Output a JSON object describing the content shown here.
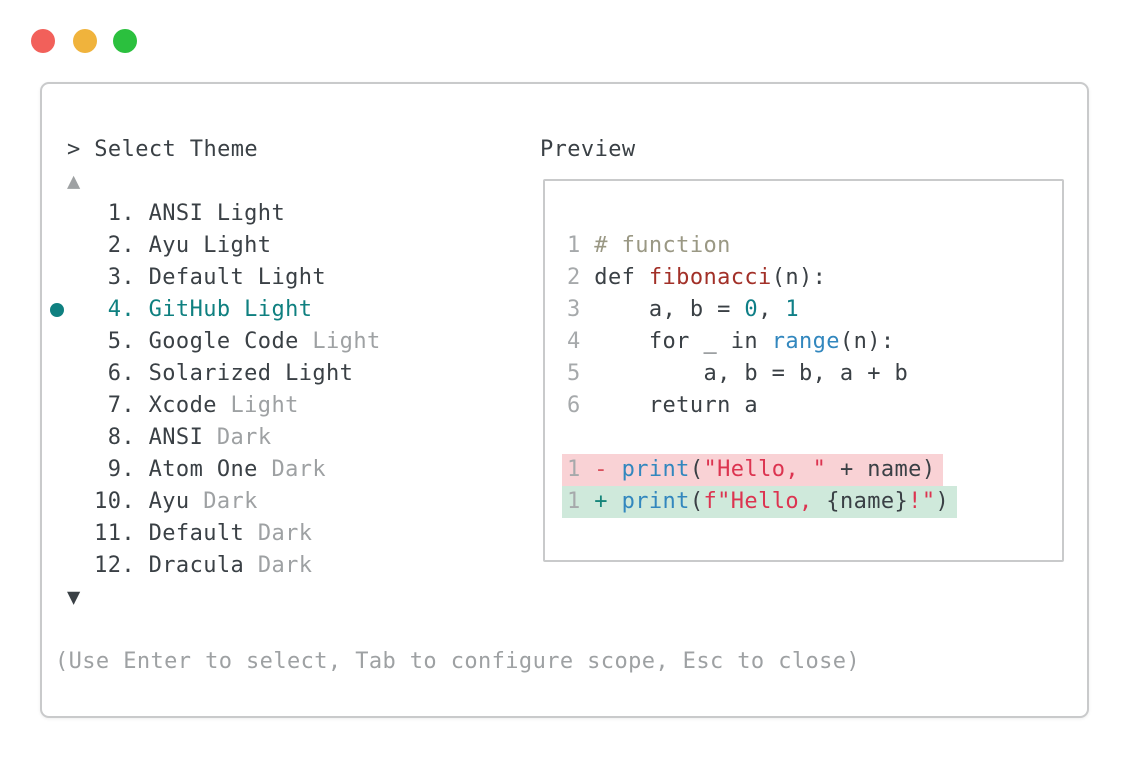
{
  "colors": {
    "text": "#3a4045",
    "muted": "#9ea1a3",
    "linenum": "#a6a9ab",
    "accent": "#0f8080",
    "comment": "#9a9884",
    "func": "#a23028",
    "num": "#0f7f87",
    "builtin": "#3287be",
    "string": "#dc3450",
    "plus": "#16857a",
    "minus": "#d94f5c",
    "removed_bg": "#f9d2d5",
    "added_bg": "#cfe9db",
    "border": "#c9cacb"
  },
  "window": {
    "controls": [
      {
        "name": "close",
        "color": "#f2605a"
      },
      {
        "name": "minimize",
        "color": "#f0b33c"
      },
      {
        "name": "zoom",
        "color": "#2bc03e"
      }
    ]
  },
  "theme_picker": {
    "prompt": "> Select Theme",
    "scroll_up": "▲",
    "scroll_down": "▼",
    "hint": "(Use Enter to select, Tab to configure scope, Esc to close)",
    "items": [
      {
        "num": "1.",
        "name": "ANSI Light",
        "muted": "",
        "selected": false
      },
      {
        "num": "2.",
        "name": "Ayu Light",
        "muted": "",
        "selected": false
      },
      {
        "num": "3.",
        "name": "Default Light",
        "muted": "",
        "selected": false
      },
      {
        "num": "4.",
        "name": "GitHub Light",
        "muted": "",
        "selected": true
      },
      {
        "num": "5.",
        "name": "Google Code",
        "muted": "Light",
        "selected": false
      },
      {
        "num": "6.",
        "name": "Solarized Light",
        "muted": "",
        "selected": false
      },
      {
        "num": "7.",
        "name": "Xcode",
        "muted": "Light",
        "selected": false
      },
      {
        "num": "8.",
        "name": "ANSI",
        "muted": "Dark",
        "selected": false
      },
      {
        "num": "9.",
        "name": "Atom One",
        "muted": "Dark",
        "selected": false
      },
      {
        "num": "10.",
        "name": "Ayu",
        "muted": "Dark",
        "selected": false
      },
      {
        "num": "11.",
        "name": "Default",
        "muted": "Dark",
        "selected": false
      },
      {
        "num": "12.",
        "name": "Dracula",
        "muted": "Dark",
        "selected": false
      }
    ]
  },
  "preview": {
    "title": "Preview",
    "code_lines": [
      {
        "num": "1",
        "tokens": [
          [
            "comment",
            "# function"
          ]
        ]
      },
      {
        "num": "2",
        "tokens": [
          [
            "plain",
            "def "
          ],
          [
            "func",
            "fibonacci"
          ],
          [
            "plain",
            "(n):"
          ]
        ]
      },
      {
        "num": "3",
        "tokens": [
          [
            "plain",
            "    a, b = "
          ],
          [
            "number",
            "0"
          ],
          [
            "plain",
            ", "
          ],
          [
            "number",
            "1"
          ]
        ]
      },
      {
        "num": "4",
        "tokens": [
          [
            "plain",
            "    for _ in "
          ],
          [
            "builtin",
            "range"
          ],
          [
            "plain",
            "(n):"
          ]
        ]
      },
      {
        "num": "5",
        "tokens": [
          [
            "plain",
            "        a, b = b, a + b"
          ]
        ]
      },
      {
        "num": "6",
        "tokens": [
          [
            "plain",
            "    return a"
          ]
        ]
      }
    ],
    "diff_lines": [
      {
        "num": "1",
        "sign": "-",
        "kind": "removed",
        "tokens": [
          [
            "builtin",
            "print"
          ],
          [
            "plain",
            "("
          ],
          [
            "string",
            "\"Hello, \""
          ],
          [
            "plain",
            " + name)"
          ]
        ]
      },
      {
        "num": "1",
        "sign": "+",
        "kind": "added",
        "tokens": [
          [
            "builtin",
            "print"
          ],
          [
            "plain",
            "("
          ],
          [
            "string",
            "f\"Hello, "
          ],
          [
            "plain",
            "{name}"
          ],
          [
            "string",
            "!\""
          ],
          [
            "plain",
            ")"
          ]
        ]
      }
    ]
  }
}
